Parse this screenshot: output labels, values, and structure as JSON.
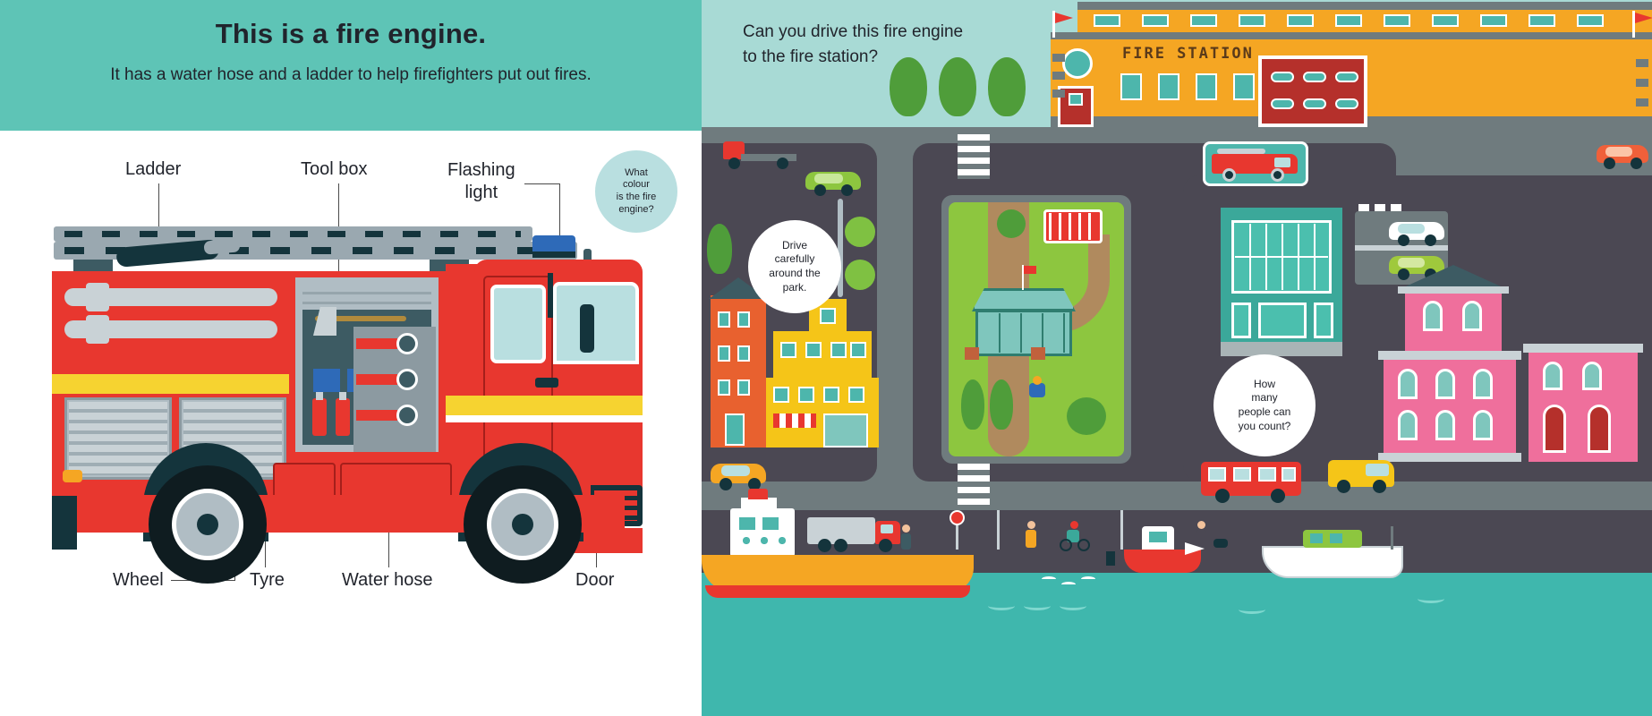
{
  "left_page": {
    "header": {
      "title": "This is a fire engine.",
      "subtitle": "It has a water hose and a ladder\nto help firefighters put out fires."
    },
    "question_bubble": {
      "text": "What\ncolour\nis the fire\nengine?",
      "color": "#b9dfe0"
    },
    "labels": [
      {
        "id": "ladder",
        "text": "Ladder"
      },
      {
        "id": "tool-box",
        "text": "Tool box"
      },
      {
        "id": "flashing-light",
        "text": "Flashing\nlight"
      },
      {
        "id": "wheel",
        "text": "Wheel"
      },
      {
        "id": "tyre",
        "text": "Tyre"
      },
      {
        "id": "water-hose",
        "text": "Water hose"
      },
      {
        "id": "door",
        "text": "Door"
      }
    ],
    "colors": {
      "header_bg": "#5ec4b6",
      "engine_red": "#e8372f",
      "engine_dark": "#14343c",
      "ladder_grey": "#9aa8b0",
      "stripe_yellow": "#f6d330",
      "glass": "#b9dfe0",
      "beacon_blue": "#2e6ab8"
    }
  },
  "right_page": {
    "header": {
      "title": "Can you drive this fire engine\nto the fire station?"
    },
    "fire_station": {
      "sign": "FIRE STATION",
      "color": "#f5a623"
    },
    "bubbles": [
      {
        "id": "drive-carefully",
        "text": "Drive\ncarefully\naround the\npark."
      },
      {
        "id": "count-people",
        "text": "How\nmany\npeople can\nyou count?"
      }
    ],
    "colors": {
      "sky": "#a8dad5",
      "road": "#6f7b7e",
      "block": "#4b4853",
      "park_green": "#8dc63f",
      "park_path": "#b08a5e",
      "water": "#3fb7ad",
      "quay": "#4b4853"
    },
    "vehicles": [
      {
        "id": "flatbed-truck-red"
      },
      {
        "id": "car-green"
      },
      {
        "id": "car-orange"
      },
      {
        "id": "car-yellow"
      },
      {
        "id": "car-white"
      },
      {
        "id": "car-olive"
      },
      {
        "id": "fire-engine-player"
      },
      {
        "id": "bus-red"
      },
      {
        "id": "van-yellow"
      },
      {
        "id": "lorry-grey"
      },
      {
        "id": "cargo-ship-orange"
      },
      {
        "id": "tug-boat-red"
      },
      {
        "id": "boat-white"
      }
    ],
    "people": [
      {
        "id": "pedestrian-1"
      },
      {
        "id": "pedestrian-2"
      },
      {
        "id": "cyclist"
      },
      {
        "id": "dog-walker"
      },
      {
        "id": "park-sitter"
      }
    ]
  }
}
